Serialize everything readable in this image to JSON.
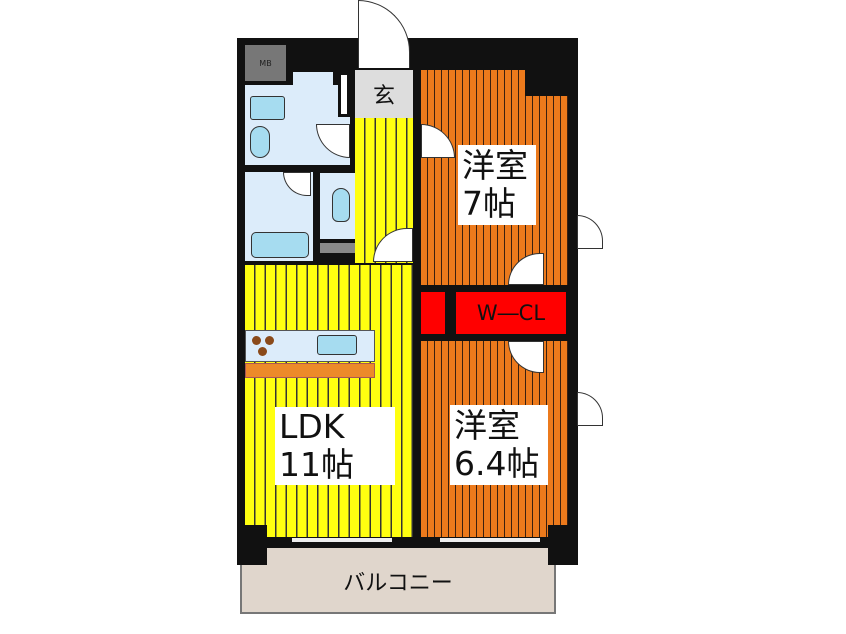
{
  "rooms": {
    "entrance": "玄",
    "mb": "MB",
    "western1": {
      "name": "洋室",
      "size": "7帖"
    },
    "wcl": "W―CL",
    "western2": {
      "name": "洋室",
      "size": "6.4帖"
    },
    "ldk": {
      "name": "LDK",
      "size": "11帖"
    },
    "balcony": "バルコニー"
  },
  "colors": {
    "ldk": "#ffff10",
    "western": "#ec7a1c",
    "wcl": "#ff0000",
    "wet": "#dcecfa",
    "balcony": "#e0d6cc"
  }
}
